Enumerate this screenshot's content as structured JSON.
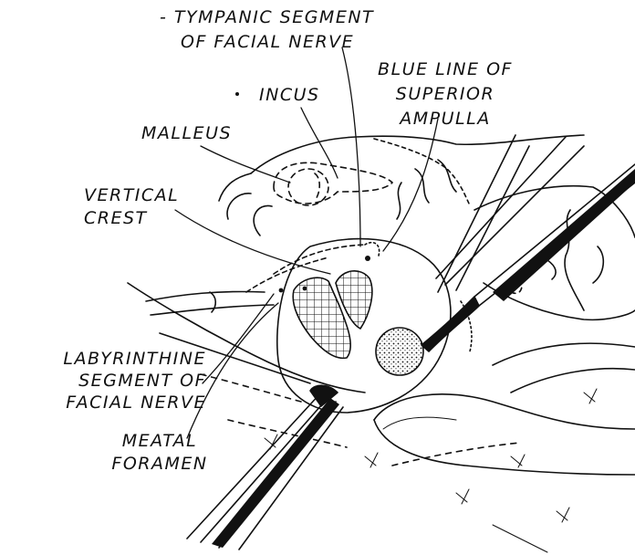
{
  "labels": {
    "tympanic_1": "- TYMPANIC SEGMENT",
    "tympanic_2": "OF FACIAL NERVE",
    "incus": "INCUS",
    "blue_1": "BLUE LINE OF",
    "blue_2": "SUPERIOR",
    "blue_3": "AMPULLA",
    "malleus": "MALLEUS",
    "vertical_1": "VERTICAL",
    "vertical_2": "CREST",
    "labyrinthine_1": "LABYRINTHINE",
    "labyrinthine_2": "SEGMENT OF",
    "labyrinthine_3": "FACIAL NERVE",
    "meatal_1": "MEATAL",
    "meatal_2": "FORAMEN"
  },
  "colors": {
    "ink": "#111111",
    "paper": "#ffffff"
  }
}
